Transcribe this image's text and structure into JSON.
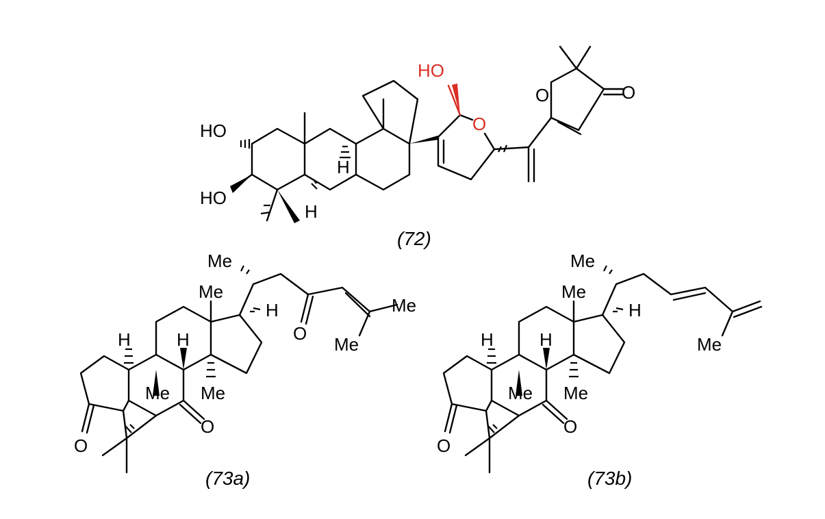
{
  "compounds": [
    {
      "id": "72",
      "caption": "(72)",
      "atom_labels": {
        "ho_top": "HO",
        "ho_ring1": "HO",
        "ho_ring2": "HO",
        "o_pyran": "O",
        "o_furan": "O",
        "o_ketone": "O",
        "h_cd": "H",
        "h_ab": "H"
      }
    },
    {
      "id": "73a",
      "caption": "(73a)",
      "atom_labels": {
        "me_side": "Me",
        "me_c18": "Me",
        "h_c17": "H",
        "o_side": "O",
        "me_end1": "Me",
        "me_end2": "Me",
        "h_left": "H",
        "h_mid": "H",
        "me_c19": "Me",
        "me_c14": "Me",
        "o_c7": "O",
        "o_c3": "O"
      }
    },
    {
      "id": "73b",
      "caption": "(73b)",
      "atom_labels": {
        "me_side": "Me",
        "me_c18": "Me",
        "h_c17": "H",
        "me_end": "Me",
        "h_left": "H",
        "h_mid": "H",
        "me_c19": "Me",
        "me_c14": "Me",
        "o_c7": "O",
        "o_c3": "O"
      }
    }
  ],
  "colors": {
    "highlight": "#d93025",
    "ink": "#000000"
  }
}
